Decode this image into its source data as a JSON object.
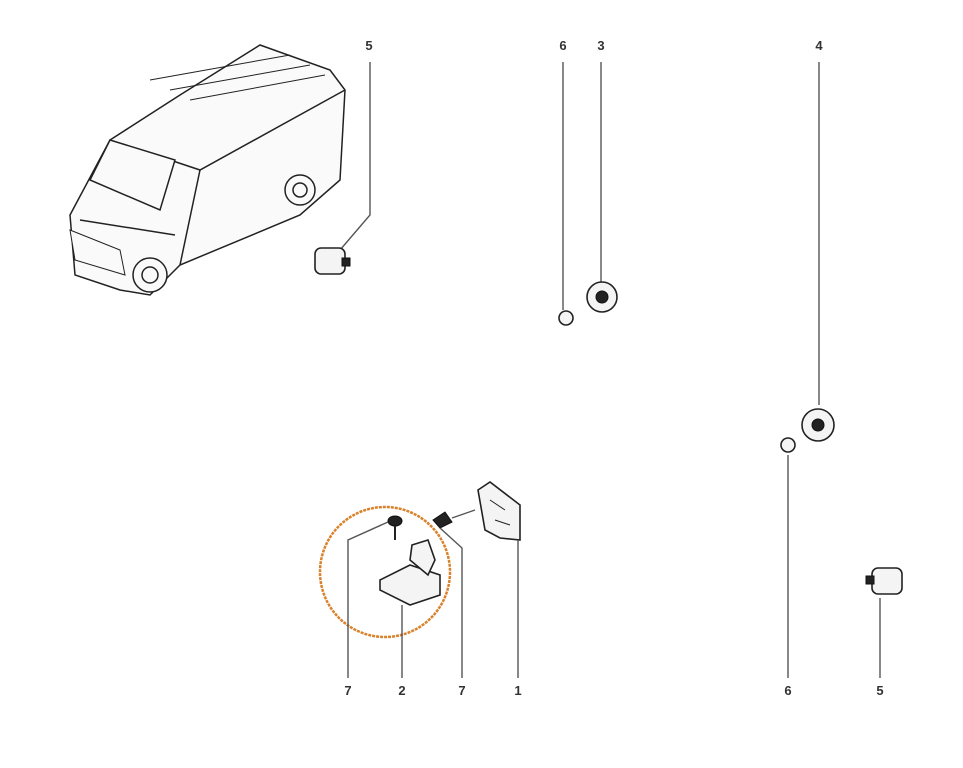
{
  "diagram": {
    "highlight_color": "#d9822b",
    "callouts": [
      {
        "id": "top-5",
        "text": "5"
      },
      {
        "id": "top-6",
        "text": "6"
      },
      {
        "id": "top-3",
        "text": "3"
      },
      {
        "id": "top-4",
        "text": "4"
      },
      {
        "id": "bot-7a",
        "text": "7"
      },
      {
        "id": "bot-2",
        "text": "2"
      },
      {
        "id": "bot-7b",
        "text": "7"
      },
      {
        "id": "bot-1",
        "text": "1"
      },
      {
        "id": "bot-6",
        "text": "6"
      },
      {
        "id": "bot-5",
        "text": "5"
      }
    ]
  }
}
